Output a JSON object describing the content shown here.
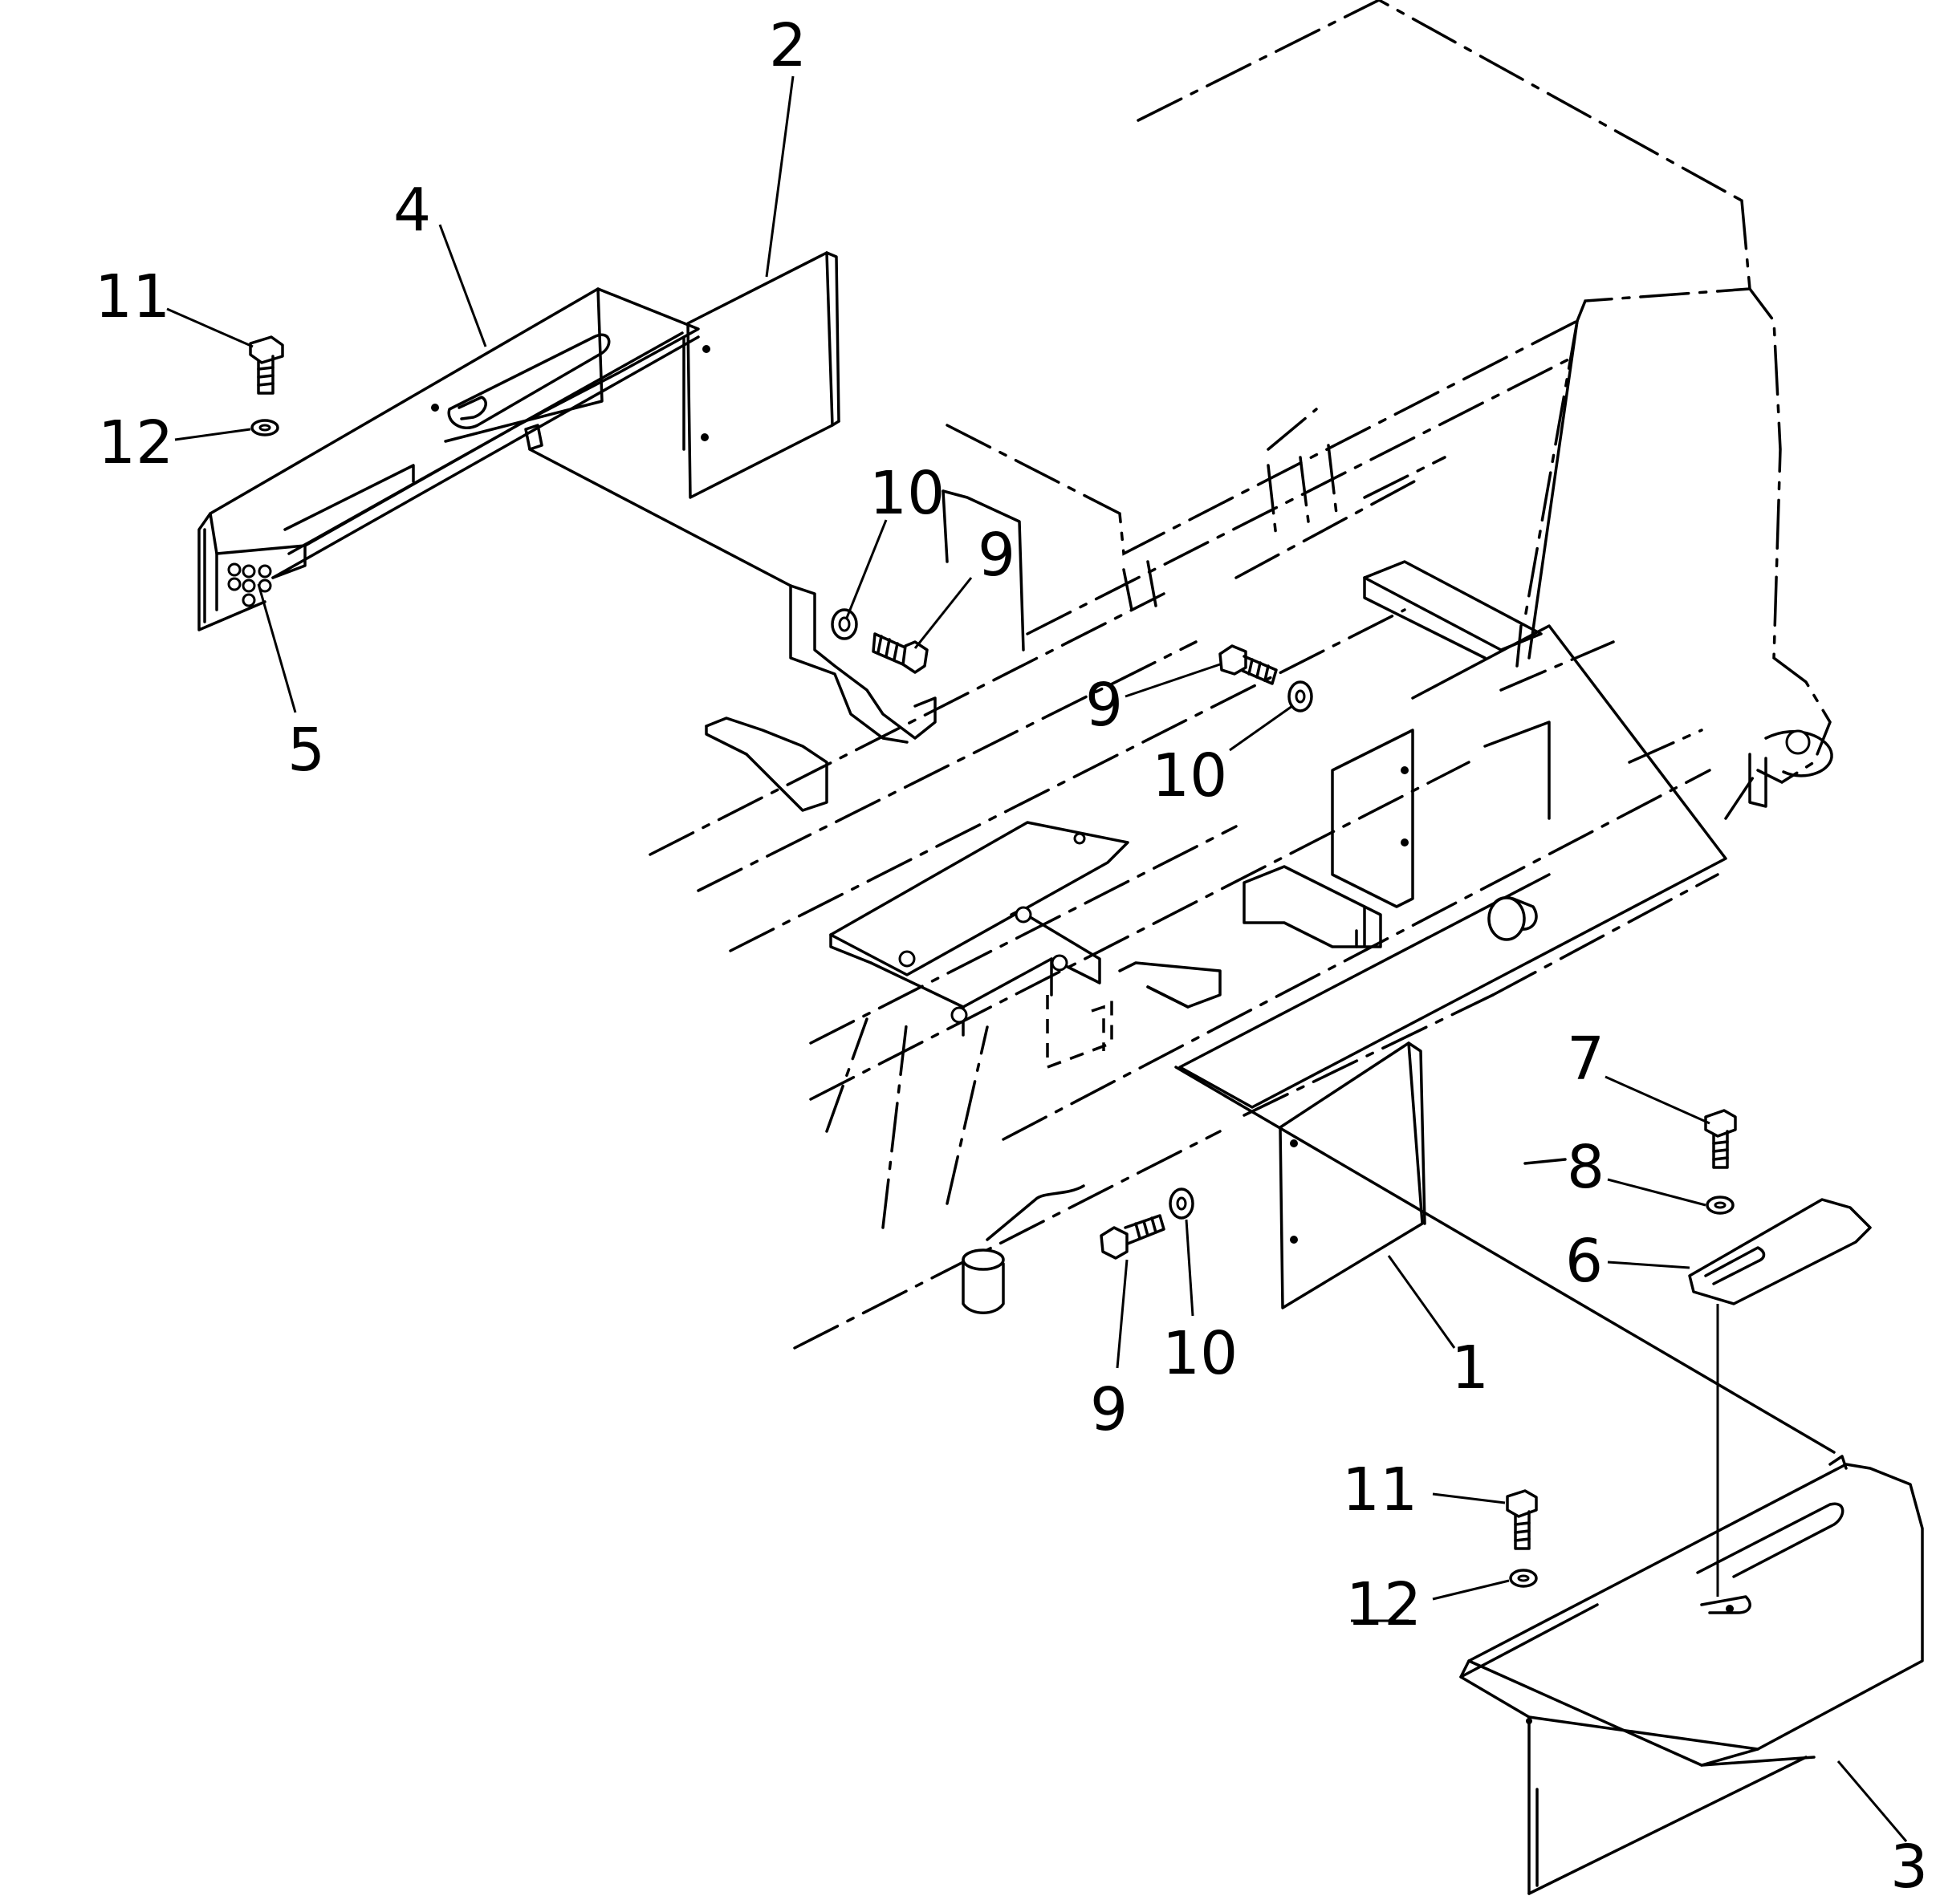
{
  "callouts": {
    "c1": "1",
    "c2": "2",
    "c3": "3",
    "c4": "4",
    "c5": "5",
    "c6": "6",
    "c7": "7",
    "c8": "8",
    "c9a": "9",
    "c9b": "9",
    "c9c": "9",
    "c10a": "10",
    "c10b": "10",
    "c10c": "10",
    "c11a": "11",
    "c11b": "11",
    "c12a": "12",
    "c12b": "12"
  }
}
